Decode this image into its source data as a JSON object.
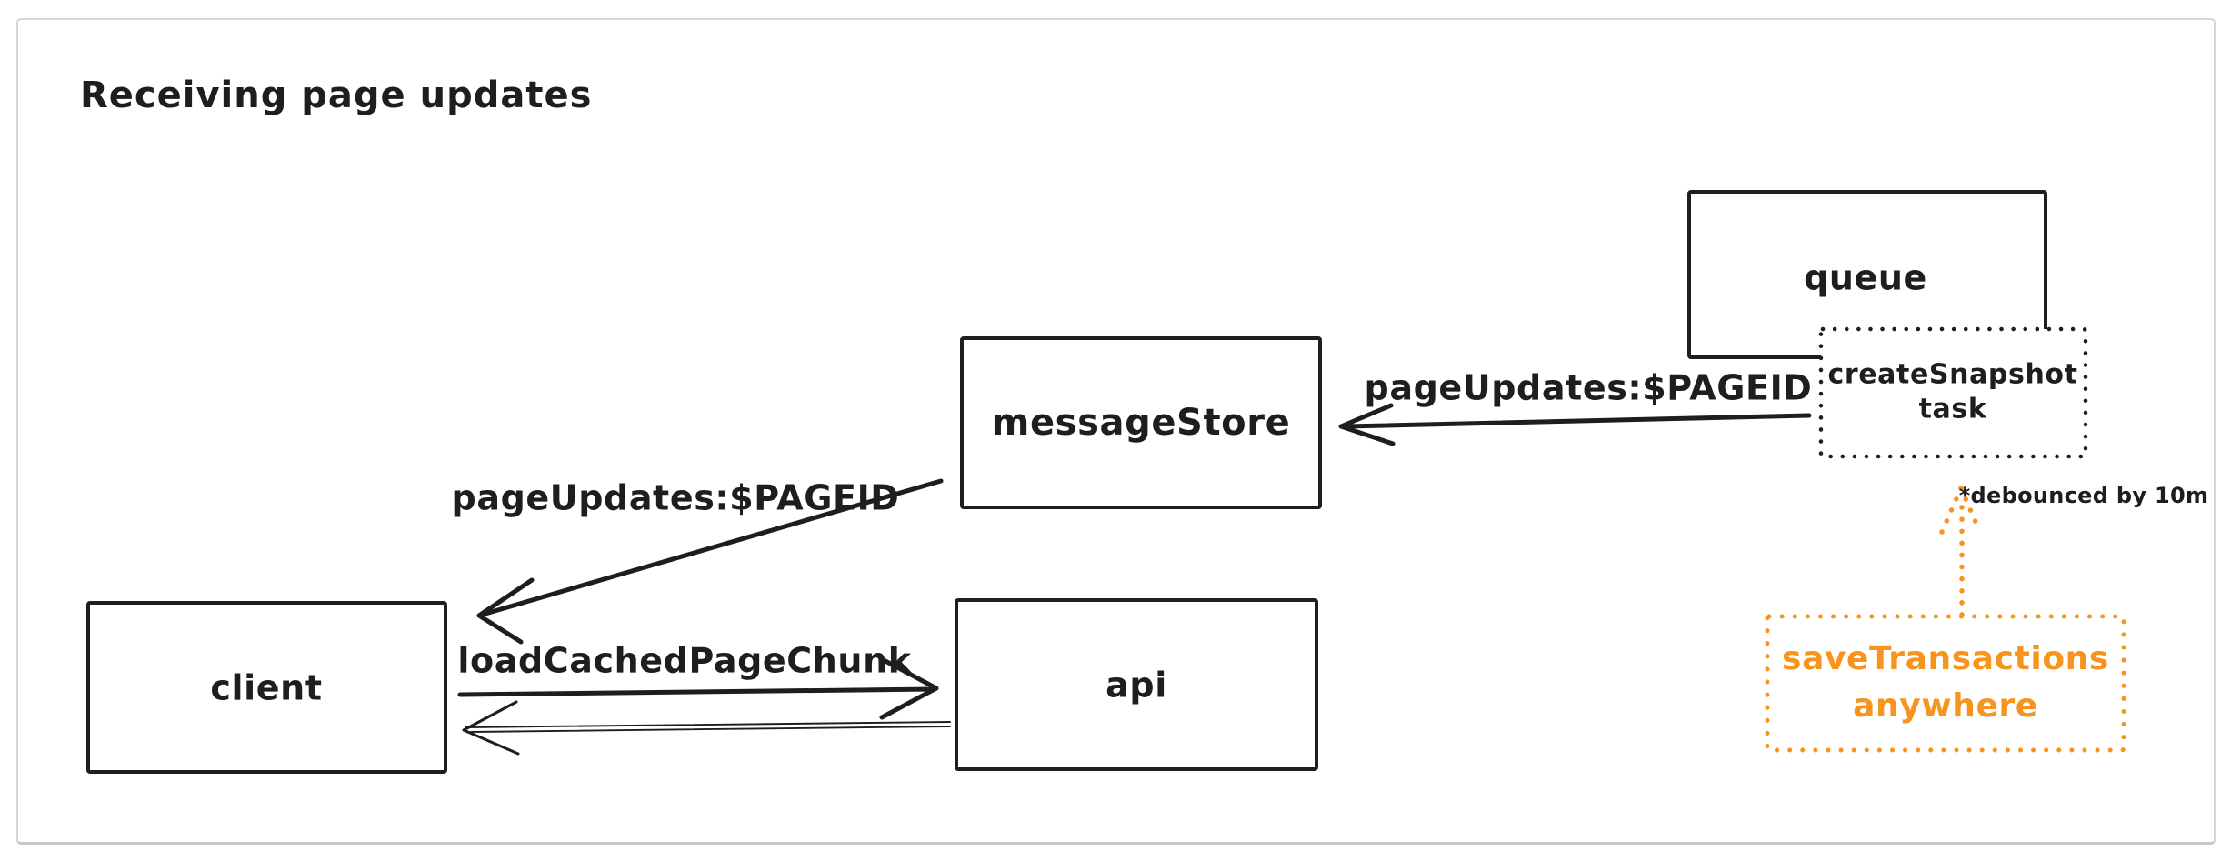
{
  "title": "Receiving page updates",
  "colors": {
    "ink": "#1e1e1e",
    "accent_orange": "#f7941e",
    "frame_border": "#d5d5da",
    "background": "#ffffff"
  },
  "nodes": {
    "queue": {
      "label": "queue",
      "style": "solid"
    },
    "create_snapshot": {
      "line1": "createSnapshot",
      "line2": "task",
      "style": "dotted"
    },
    "message_store": {
      "label": "messageStore",
      "style": "solid"
    },
    "client": {
      "label": "client",
      "style": "solid"
    },
    "api": {
      "label": "api",
      "style": "solid"
    },
    "save_transactions": {
      "line1": "saveTransactions",
      "line2": "anywhere",
      "style": "dotted-orange"
    }
  },
  "edges": {
    "snapshot_to_message_store": {
      "from": "create_snapshot",
      "to": "message_store",
      "label": "pageUpdates:$PAGEID"
    },
    "message_store_to_client": {
      "from": "message_store",
      "to": "client",
      "label": "pageUpdates:$PAGEID"
    },
    "client_to_api": {
      "from": "client",
      "to": "api",
      "label": "loadCachedPageChunk"
    },
    "api_to_client": {
      "from": "api",
      "to": "client"
    },
    "save_transactions_to_create_snapshot": {
      "from": "save_transactions",
      "to": "create_snapshot",
      "note": "*debounced by 10m",
      "style": "dotted-orange"
    }
  }
}
